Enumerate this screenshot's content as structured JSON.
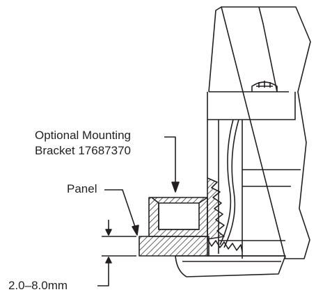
{
  "labels": {
    "bracket_line1": "Optional Mounting",
    "bracket_line2": "Bracket 17687370",
    "panel": "Panel",
    "thickness": "2.0–8.0mm"
  },
  "colors": {
    "ink": "#231f20",
    "background": "#ffffff"
  }
}
